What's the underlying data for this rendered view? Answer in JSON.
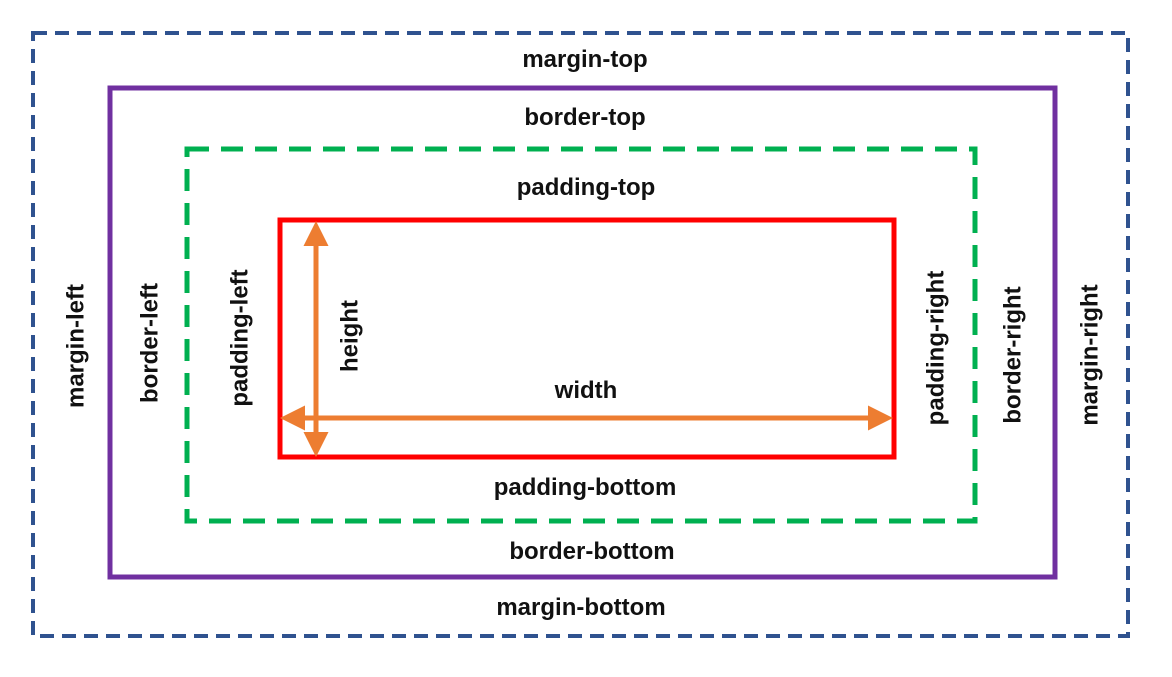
{
  "colors": {
    "margin": "#2f528f",
    "border": "#7030a0",
    "padding": "#00b050",
    "content": "#ff0000",
    "dimension": "#ed7d31"
  },
  "labels": {
    "margin_top": "margin-top",
    "margin_bottom": "margin-bottom",
    "margin_left": "margin-left",
    "margin_right": "margin-right",
    "border_top": "border-top",
    "border_bottom": "border-bottom",
    "border_left": "border-left",
    "border_right": "border-right",
    "padding_top": "padding-top",
    "padding_bottom": "padding-bottom",
    "padding_left": "padding-left",
    "padding_right": "padding-right",
    "width": "width",
    "height": "height"
  }
}
